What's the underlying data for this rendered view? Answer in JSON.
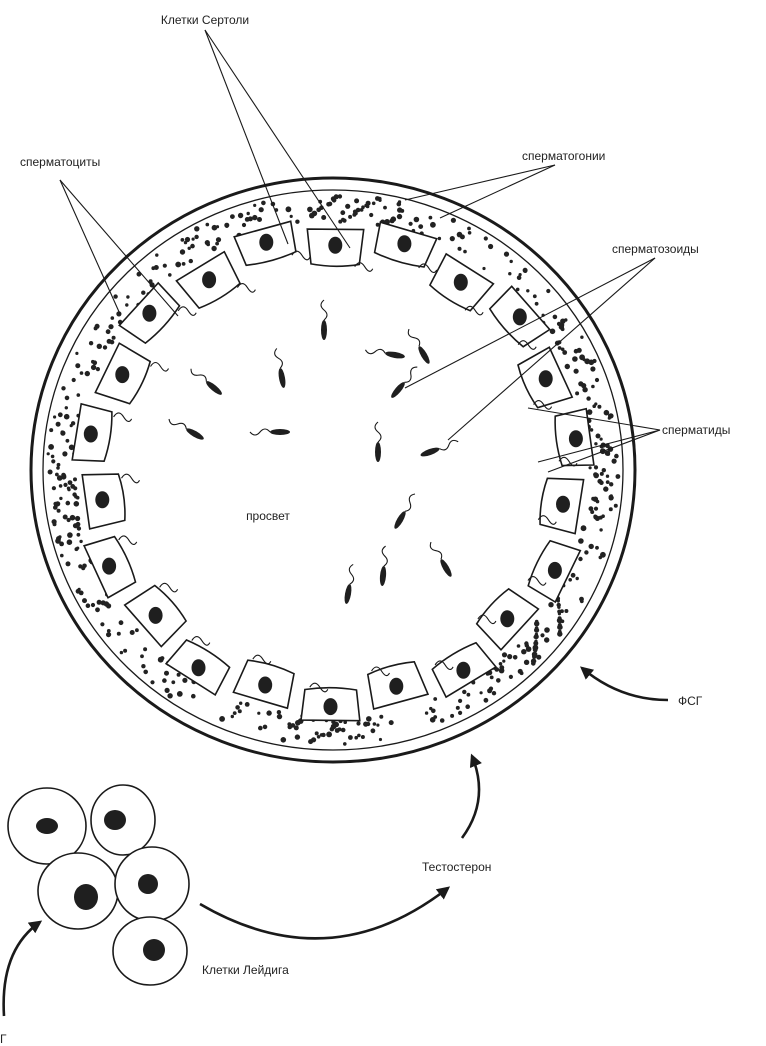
{
  "labels": {
    "sertoli": "Клетки Сертоли",
    "spermatocytes": "сперматоциты",
    "spermatogonia": "сперматогонии",
    "spermatozoa": "сперматозоиды",
    "spermatids": "сперматиды",
    "lumen": "просвет",
    "fsh": "ФСГ",
    "testosterone": "Тестостерон",
    "leydig": "Клетки Лейдига",
    "lh_partial": "Г"
  },
  "colors": {
    "ink": "#1a1a1a",
    "background": "#ffffff",
    "nucleus": "#1f1f1f"
  }
}
